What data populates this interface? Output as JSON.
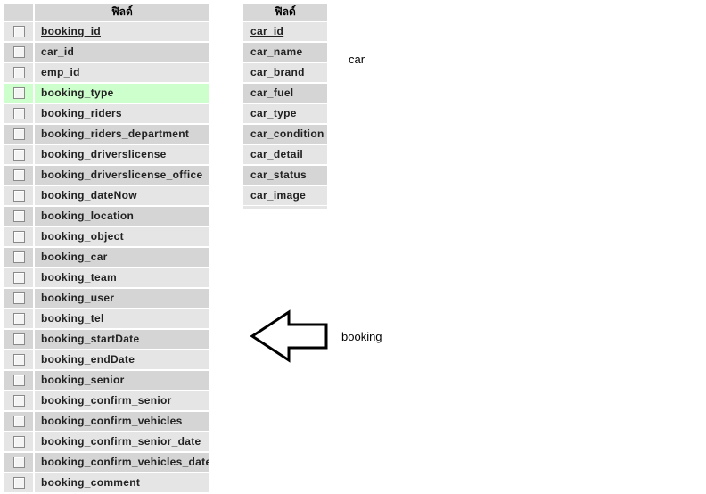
{
  "booking_table": {
    "header": "ฟิลด์",
    "fields": [
      {
        "name": "booking_id",
        "primary": true
      },
      {
        "name": "car_id"
      },
      {
        "name": "emp_id"
      },
      {
        "name": "booking_type",
        "highlighted": true
      },
      {
        "name": "booking_riders"
      },
      {
        "name": "booking_riders_department"
      },
      {
        "name": "booking_driverslicense"
      },
      {
        "name": "booking_driverslicense_office"
      },
      {
        "name": "booking_dateNow"
      },
      {
        "name": "booking_location"
      },
      {
        "name": "booking_object"
      },
      {
        "name": "booking_car"
      },
      {
        "name": "booking_team"
      },
      {
        "name": "booking_user"
      },
      {
        "name": "booking_tel"
      },
      {
        "name": "booking_startDate"
      },
      {
        "name": "booking_endDate"
      },
      {
        "name": "booking_senior"
      },
      {
        "name": "booking_confirm_senior"
      },
      {
        "name": "booking_confirm_vehicles"
      },
      {
        "name": "booking_confirm_senior_date"
      },
      {
        "name": "booking_confirm_vehicles_date"
      },
      {
        "name": "booking_comment"
      }
    ]
  },
  "car_table": {
    "header": "ฟิลด์",
    "fields": [
      {
        "name": "car_id",
        "primary": true
      },
      {
        "name": "car_name"
      },
      {
        "name": "car_brand"
      },
      {
        "name": "car_fuel"
      },
      {
        "name": "car_type"
      },
      {
        "name": "car_condition"
      },
      {
        "name": "car_detail"
      },
      {
        "name": "car_status"
      },
      {
        "name": "car_image"
      }
    ]
  },
  "labels": {
    "car": "car",
    "booking": "booking"
  },
  "colors": {
    "header_bg": "#d7d7d7",
    "row_light": "#e5e5e5",
    "row_dark": "#d5d5d5",
    "highlight": "#ccffcc"
  },
  "icons": {
    "arrow": "left-arrow-outline-icon"
  }
}
